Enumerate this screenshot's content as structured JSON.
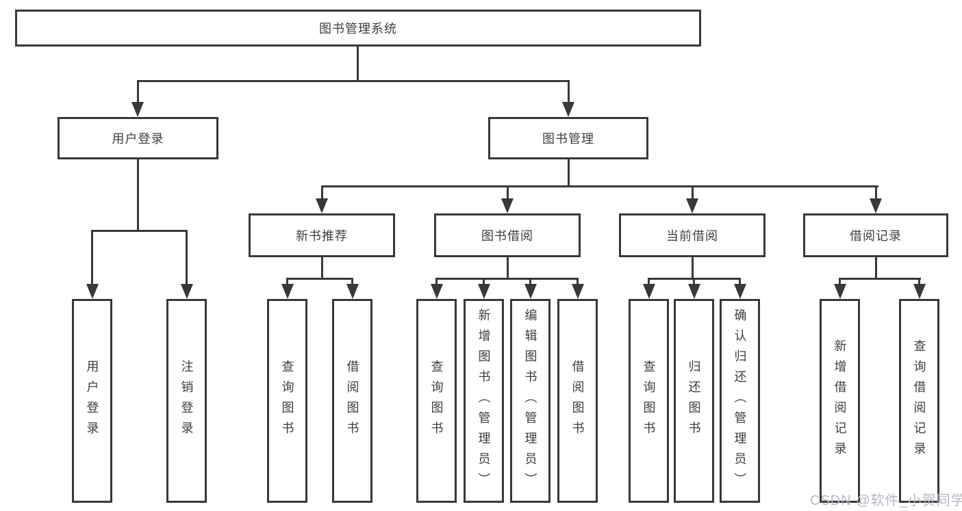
{
  "diagram": {
    "title": "图书管理系统",
    "root": "图书管理系统",
    "level2": [
      "用户登录",
      "图书管理"
    ],
    "level3": [
      "新书推荐",
      "图书借阅",
      "当前借阅",
      "借阅记录"
    ],
    "leaves": {
      "user_login": [
        "用户登录",
        "注销登录"
      ],
      "new_book": [
        "查询图书",
        "借阅图书"
      ],
      "book_borrow": [
        "查询图书",
        "新增图书（管理员）",
        "编辑图书（管理员）",
        "借阅图书"
      ],
      "current_borrow": [
        "查询图书",
        "归还图书",
        "确认归还（管理员）"
      ],
      "borrow_record": [
        "新增借阅记录",
        "查询借阅记录"
      ]
    }
  },
  "watermark": "CSDN @软件_小贺同学",
  "colors": {
    "line": "#383838",
    "text": "#3d3d3d",
    "watermark": "#b4b9c0",
    "background": "#ffffff"
  }
}
